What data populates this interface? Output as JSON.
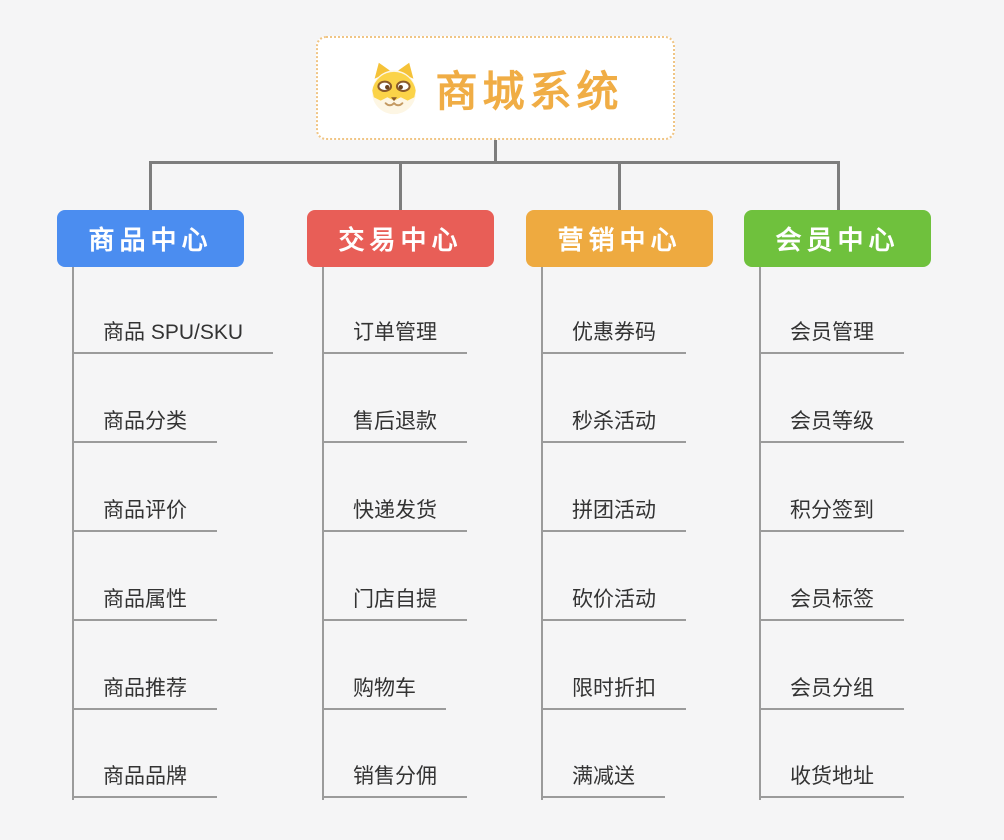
{
  "root": {
    "title": "商城系统",
    "icon": "dog-face-icon"
  },
  "colors": {
    "root_text": "#F0AD45",
    "root_border": "#f0c585",
    "tree_line": "#7d7d7d",
    "leaf_line": "#9b9b9b",
    "leaf_text": "#333333",
    "background": "#f5f5f6"
  },
  "columns": [
    {
      "label": "商品中心",
      "color": "#4B8DF0",
      "items": [
        "商品 SPU/SKU",
        "商品分类",
        "商品评价",
        "商品属性",
        "商品推荐",
        "商品品牌"
      ]
    },
    {
      "label": "交易中心",
      "color": "#E85E57",
      "items": [
        "订单管理",
        "售后退款",
        "快递发货",
        "门店自提",
        "购物车",
        "销售分佣"
      ]
    },
    {
      "label": "营销中心",
      "color": "#EEAA40",
      "items": [
        "优惠券码",
        "秒杀活动",
        "拼团活动",
        "砍价活动",
        "限时折扣",
        "满减送"
      ]
    },
    {
      "label": "会员中心",
      "color": "#6FC13D",
      "items": [
        "会员管理",
        "会员等级",
        "积分签到",
        "会员标签",
        "会员分组",
        "收货地址"
      ]
    }
  ]
}
